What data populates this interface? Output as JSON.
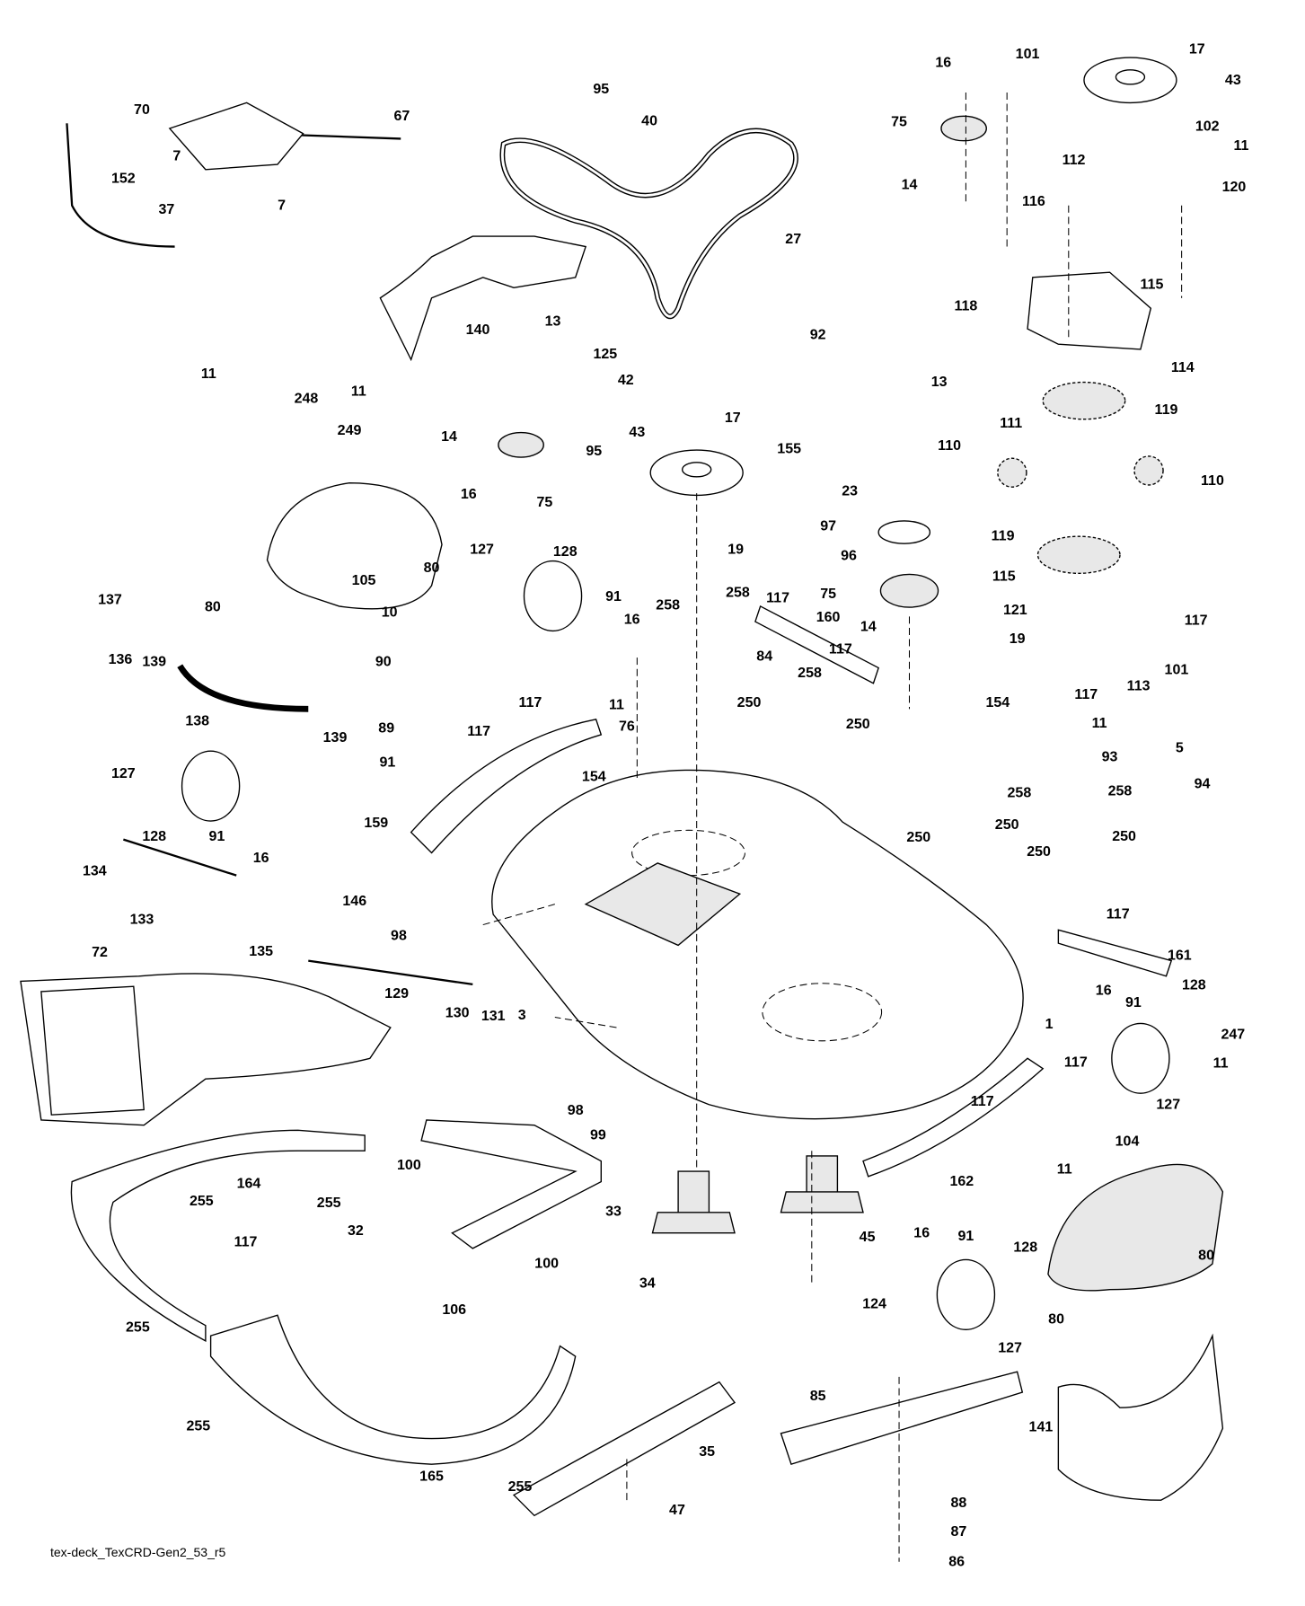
{
  "footer": "tex-deck_TexCRD-Gen2_53_r5",
  "labels": [
    "17",
    "43",
    "16",
    "101",
    "95",
    "40",
    "70",
    "67",
    "7",
    "152",
    "7",
    "37",
    "75",
    "102",
    "11",
    "112",
    "14",
    "116",
    "120",
    "27",
    "115",
    "118",
    "140",
    "13",
    "92",
    "125",
    "11",
    "248",
    "42",
    "11",
    "114",
    "13",
    "249",
    "14",
    "95",
    "43",
    "17",
    "119",
    "111",
    "155",
    "110",
    "110",
    "16",
    "75",
    "23",
    "97",
    "119",
    "96",
    "19",
    "80",
    "105",
    "127",
    "128",
    "115",
    "137",
    "80",
    "10",
    "91",
    "16",
    "258",
    "258",
    "117",
    "75",
    "121",
    "117",
    "136",
    "139",
    "90",
    "160",
    "117",
    "14",
    "84",
    "19",
    "101",
    "113",
    "117",
    "138",
    "139",
    "117",
    "11",
    "250",
    "258",
    "250",
    "154",
    "11",
    "89",
    "117",
    "76",
    "93",
    "5",
    "94",
    "127",
    "91",
    "154",
    "258",
    "258",
    "159",
    "250",
    "250",
    "250",
    "250",
    "128",
    "91",
    "16",
    "134",
    "146",
    "133",
    "98",
    "117",
    "161",
    "135",
    "72",
    "129",
    "130",
    "131",
    "3",
    "16",
    "91",
    "128",
    "247",
    "1",
    "117",
    "11",
    "98",
    "117",
    "127",
    "99",
    "104",
    "100",
    "164",
    "162",
    "11",
    "255",
    "255",
    "33",
    "45",
    "32",
    "117",
    "100",
    "16",
    "91",
    "128",
    "80",
    "34",
    "124",
    "106",
    "255",
    "80",
    "127",
    "255",
    "85",
    "141",
    "35",
    "165",
    "255",
    "88",
    "47",
    "87",
    "86"
  ]
}
